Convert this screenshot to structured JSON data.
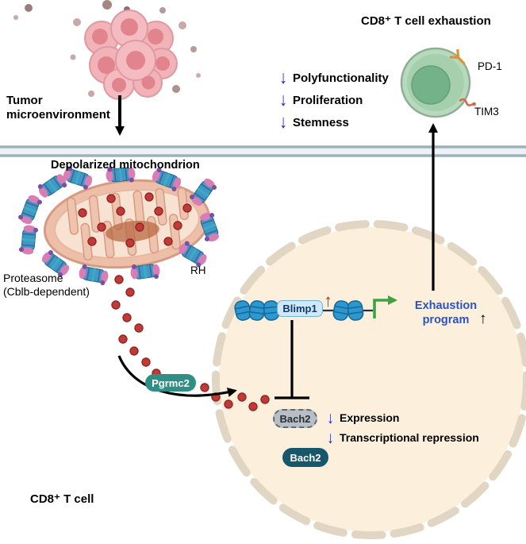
{
  "header": {
    "title": "CD8⁺ T cell exhaustion"
  },
  "glyphs": {
    "arrow_down": "↓",
    "arrow_up": "↑"
  },
  "colors": {
    "blue_arrow": "#1f27cc",
    "red_arrow": "#e02417",
    "program_blue": "#2d53c1",
    "pgrmc2_teal": "#2f8f85",
    "bach2_dark_teal": "#17576b",
    "transcription_green": "#3da341",
    "nucleus_beige": "#fcf0dd"
  },
  "tumor": {
    "label": "Tumor\nmicroenvironment"
  },
  "exhaustion_effects": [
    {
      "label": "Polyfunctionality"
    },
    {
      "label": "Proliferation"
    },
    {
      "label": "Stemness"
    }
  ],
  "t_cell": {
    "receptors": [
      {
        "label": "PD-1"
      },
      {
        "label": "TIM3"
      }
    ]
  },
  "mitochondrion": {
    "label": "Depolarized mitochondrion",
    "rh": "RH"
  },
  "proteasome": {
    "label": "Proteasome\n(Cblb-dependent)"
  },
  "transporter": {
    "label": "Pgrmc2"
  },
  "nucleus": {
    "blimp1": {
      "label": "Blimp1"
    },
    "exhaustion_program": {
      "label": "Exhaustion\nprogram"
    },
    "bach2_repressed": {
      "label": "Bach2"
    },
    "bach2_effects": [
      {
        "label": "Expression"
      },
      {
        "label": "Transcriptional repression"
      }
    ],
    "bach2_active": {
      "label": "Bach2"
    }
  },
  "cell": {
    "label": "CD8⁺ T cell"
  }
}
